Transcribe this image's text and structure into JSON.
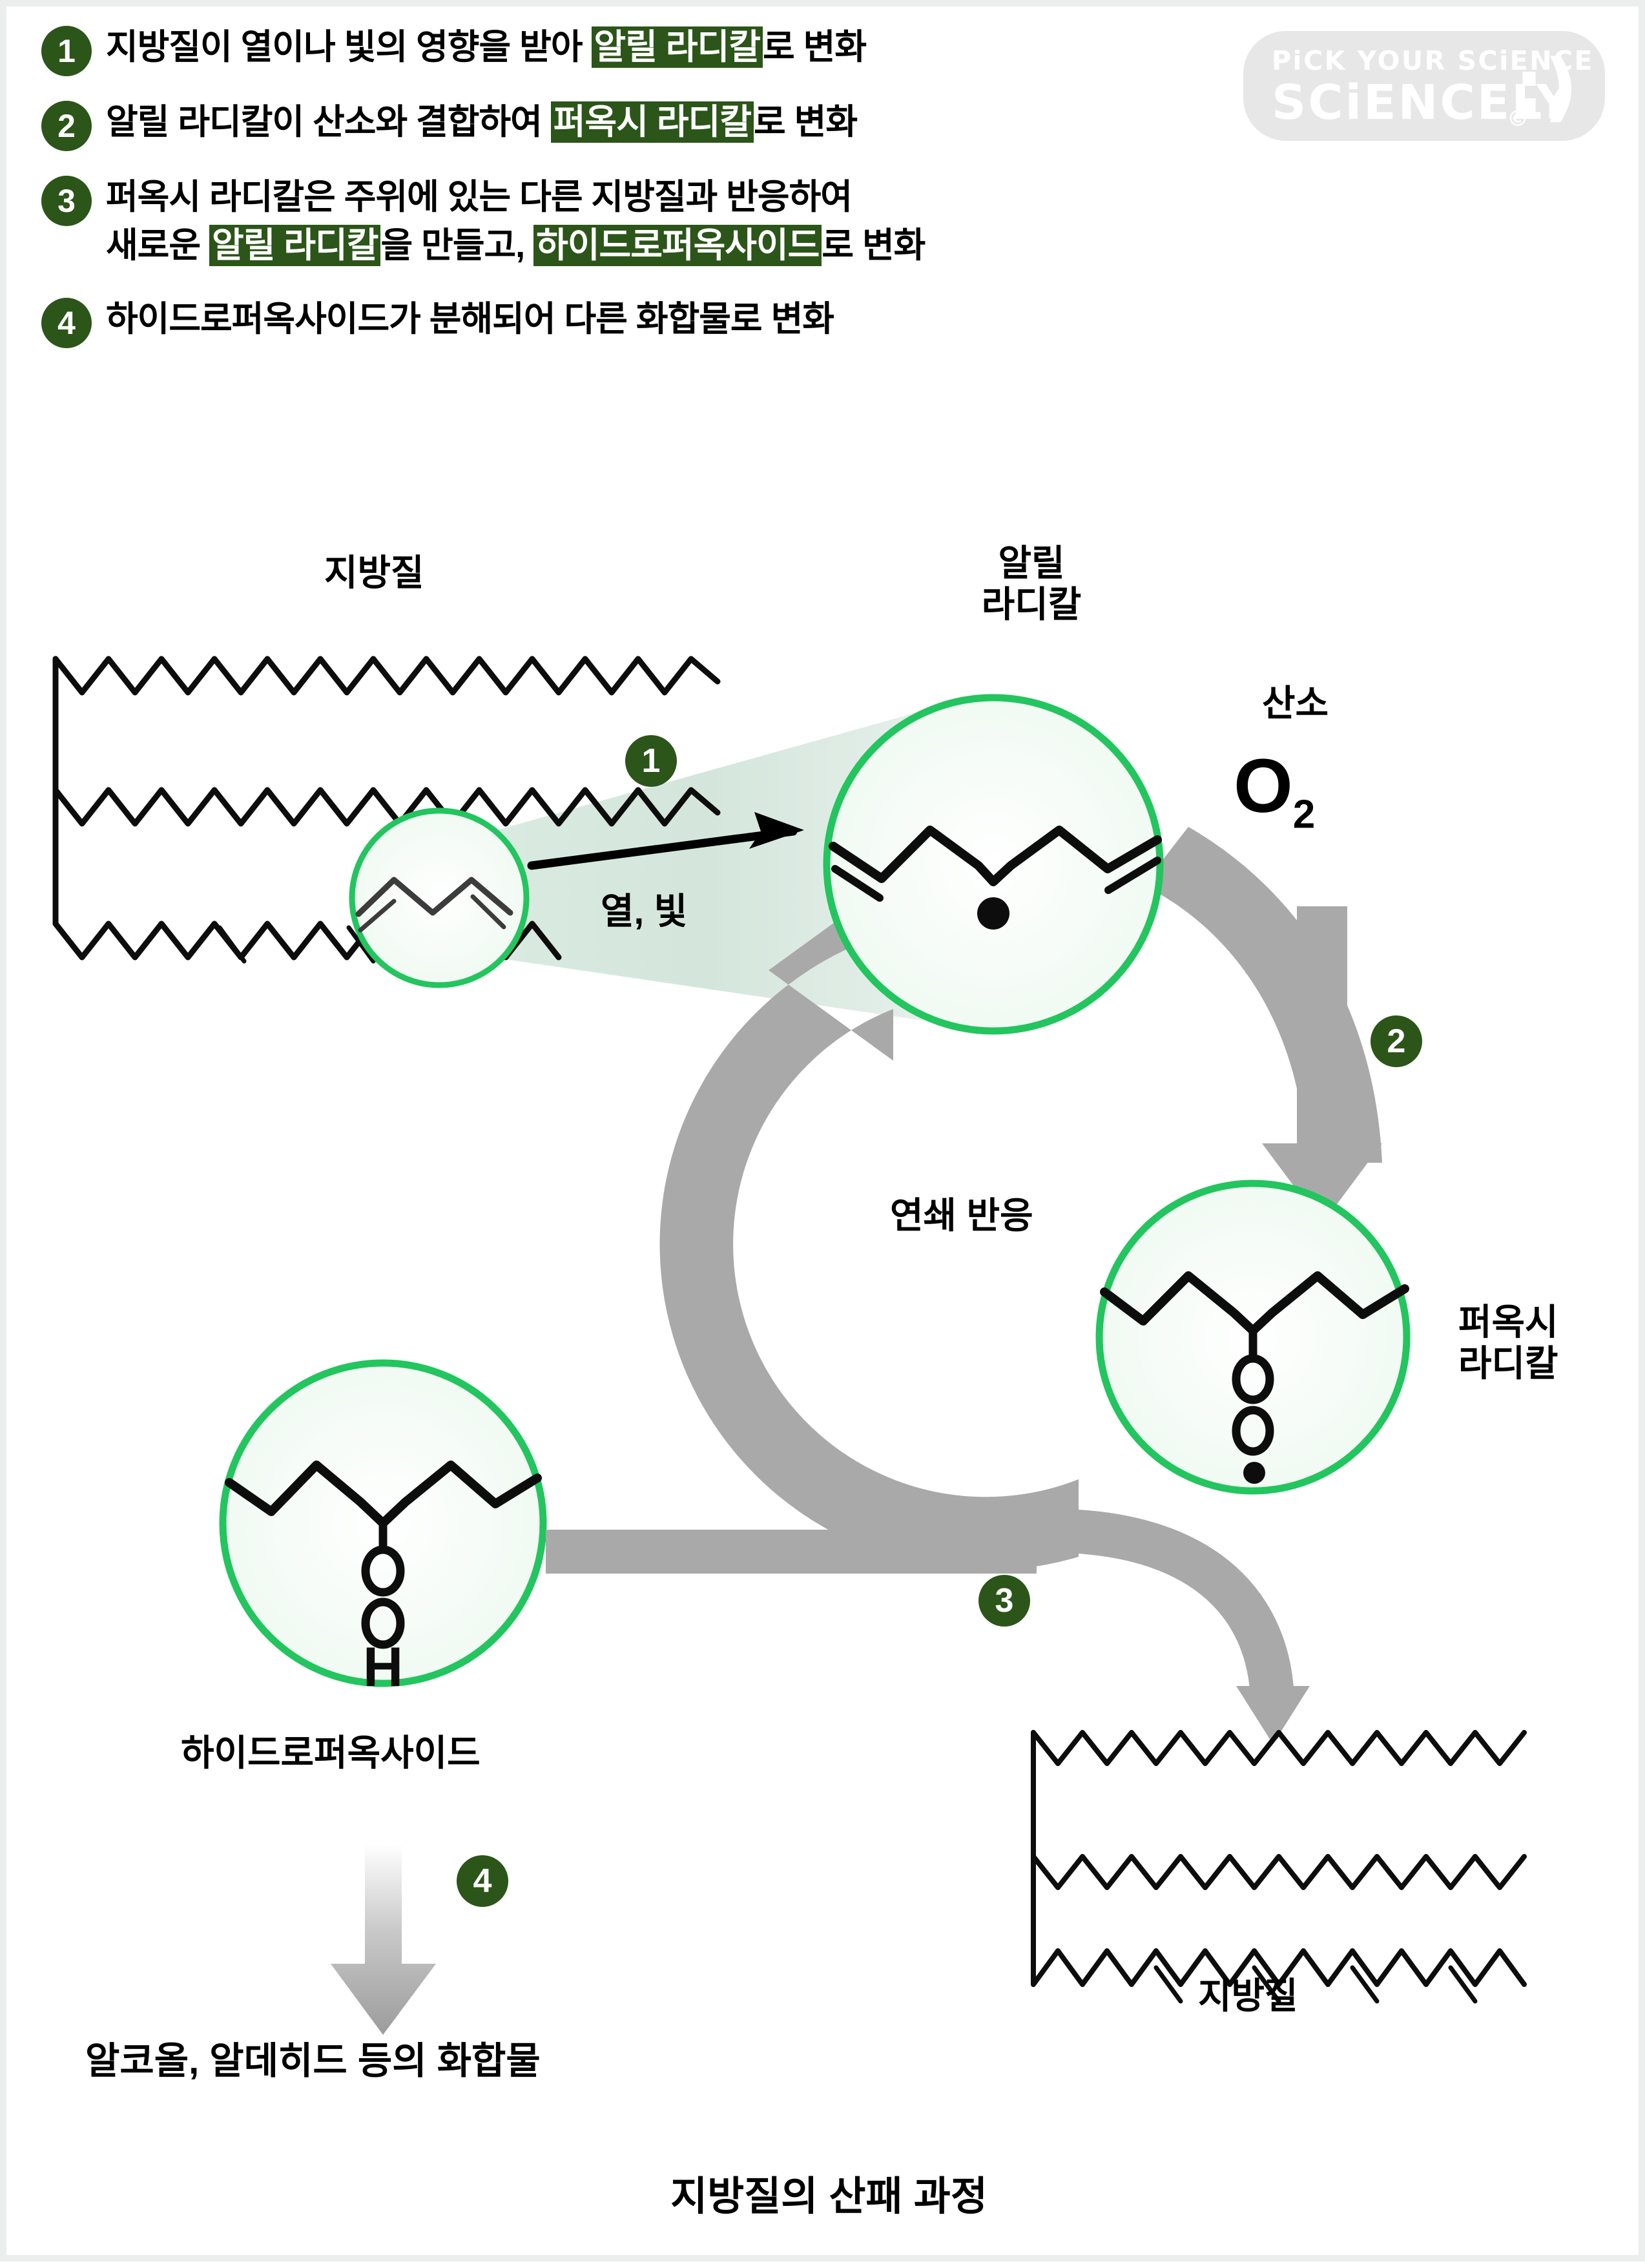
{
  "page": {
    "title_bottom": "지방질의 산패 과정",
    "accent_green_dark": "#2c5519",
    "accent_green_bright": "#22c55e",
    "arrow_gray": "#a9a9a9",
    "highlight_bg": "#2c5519"
  },
  "logo": {
    "tagline": "PiCK YOUR SCiENCE",
    "name": "SCiENCELY",
    "smiley": ":)",
    "copyright": "©"
  },
  "steps": [
    {
      "number": "1",
      "parts": [
        {
          "t": "지방질이 열이나 빛의 영향을 받아 ",
          "hl": false
        },
        {
          "t": "알릴 라디칼",
          "hl": true
        },
        {
          "t": "로 변화",
          "hl": false
        }
      ]
    },
    {
      "number": "2",
      "parts": [
        {
          "t": "알릴 라디칼이 산소와 결합하여 ",
          "hl": false
        },
        {
          "t": "퍼옥시 라디칼",
          "hl": true
        },
        {
          "t": "로 변화",
          "hl": false
        }
      ]
    },
    {
      "number": "3",
      "parts": [
        {
          "t": "퍼옥시 라디칼은 주위에 있는 다른 지방질과 반응하여",
          "hl": false
        },
        {
          "t": "BR",
          "hl": false
        },
        {
          "t": "새로운 ",
          "hl": false
        },
        {
          "t": "알릴 라디칼",
          "hl": true
        },
        {
          "t": "을 만들고, ",
          "hl": false
        },
        {
          "t": "하이드로퍼옥사이드",
          "hl": true
        },
        {
          "t": "로 변화",
          "hl": false
        }
      ]
    },
    {
      "number": "4",
      "parts": [
        {
          "t": "하이드로퍼옥사이드가 분해되어 다른 화합물로 변화",
          "hl": false
        }
      ]
    }
  ],
  "diagram": {
    "label_lipid_top": "지방질",
    "label_allyl_line1": "알릴",
    "label_allyl_line2": "라디칼",
    "label_oxygen": "산소",
    "label_o2_symbol": "O",
    "label_o2_subscript": "2",
    "label_heat_light": "열, 빛",
    "label_chain_reaction": "연쇄 반응",
    "label_peroxy_line1": "퍼옥시",
    "label_peroxy_line2": "라디칼",
    "label_hydroperoxide": "하이드로퍼옥사이드",
    "label_products": "알코올, 알데히드 등의 화합물",
    "label_lipid_bottom": "지방질",
    "step_markers": [
      "1",
      "2",
      "3",
      "4"
    ],
    "molecule_allyl_radical": "allyl-radical-structure",
    "molecule_peroxy_radical": "peroxy-radical-structure",
    "molecule_hydroperoxide": "hydroperoxide-structure",
    "molecule_lipid": "triacylglycerol-structure"
  }
}
